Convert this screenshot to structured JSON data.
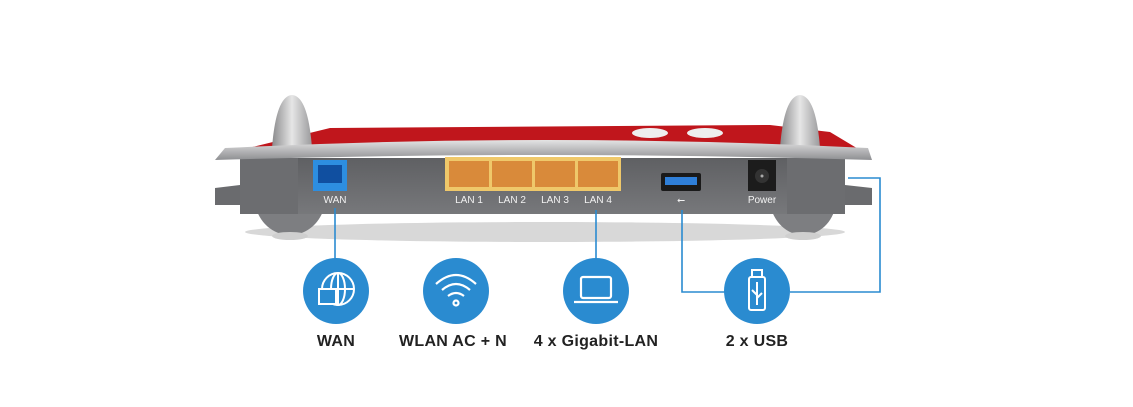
{
  "router": {
    "ports": {
      "wan": "WAN",
      "lan": [
        "LAN 1",
        "LAN 2",
        "LAN 3",
        "LAN 4"
      ],
      "usb_symbol": "⭠",
      "power": "Power"
    }
  },
  "features": [
    {
      "label": "WAN",
      "icon": "globe-ethernet-icon"
    },
    {
      "label": "WLAN AC + N",
      "icon": "wifi-icon"
    },
    {
      "label": "4 x Gigabit-LAN",
      "icon": "laptop-icon"
    },
    {
      "label": "2 x USB",
      "icon": "usb-stick-icon"
    }
  ],
  "colors": {
    "accent": "#2a8bd0",
    "body": "#6e6f72",
    "lan": "#e8a640",
    "wan": "#1f7fd0",
    "red": "#c0161c"
  }
}
